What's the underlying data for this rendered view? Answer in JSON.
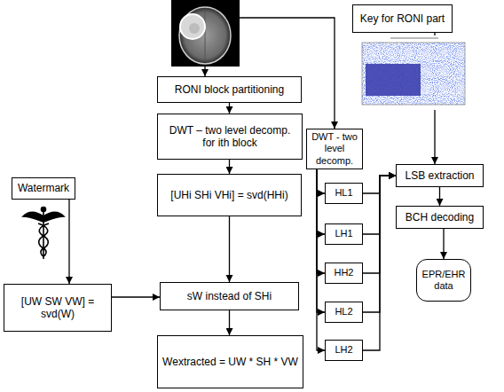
{
  "diagram": {
    "nodes": [
      {
        "text": [
          "Key for RONI part"
        ]
      },
      {
        "text": [
          "RONI block partitioning"
        ]
      },
      {
        "text": [
          "DWT - two level decomp."
        ]
      },
      {
        "text": [
          "DWT – two level decomp. for ith block"
        ]
      },
      {
        "text": [
          "[UHi SHi VHi] = svd(HHi)"
        ]
      },
      {
        "text": [
          "Watermark"
        ]
      },
      {
        "text": [
          "HL1"
        ]
      },
      {
        "text": [
          "LSB extraction"
        ]
      },
      {
        "text": [
          "BCH decoding"
        ]
      },
      {
        "text": [
          "LH1"
        ]
      },
      {
        "text": [
          "HH2"
        ]
      },
      {
        "text": [
          "EPR/EHR data"
        ]
      },
      {
        "text": [
          "[UW SW VW] = svd(W)"
        ]
      },
      {
        "text": [
          "sW instead of SHi"
        ]
      },
      {
        "text": [
          "HL2"
        ]
      },
      {
        "text": [
          "LH2"
        ]
      },
      {
        "text": [
          "Wextracted = UW * SH * VW"
        ]
      }
    ],
    "edges": [
      {
        "from": 0,
        "to": 7,
        "arrow": "to"
      },
      {
        "from": 1,
        "to": 3,
        "arrow": "to"
      },
      {
        "from": 2,
        "to": 6,
        "arrow": "to"
      },
      {
        "from": 2,
        "to": 9,
        "arrow": "to"
      },
      {
        "from": 2,
        "to": 10,
        "arrow": "to"
      },
      {
        "from": 2,
        "to": 14,
        "arrow": "to"
      },
      {
        "from": 2,
        "to": 15,
        "arrow": "to"
      },
      {
        "from": 3,
        "to": 4,
        "arrow": "to"
      },
      {
        "from": 4,
        "to": 13,
        "arrow": "to"
      },
      {
        "from": 5,
        "to": 12,
        "arrow": "to"
      },
      {
        "from": 6,
        "to": 7,
        "arrow": "to"
      },
      {
        "from": 9,
        "to": 7,
        "arrow": "to"
      },
      {
        "from": 10,
        "to": 7,
        "arrow": "to"
      },
      {
        "from": 14,
        "to": 7,
        "arrow": "to"
      },
      {
        "from": 15,
        "to": 7,
        "arrow": "to"
      },
      {
        "from": 7,
        "to": 8,
        "arrow": "to"
      },
      {
        "from": 8,
        "to": 11,
        "arrow": "to"
      },
      {
        "from": 12,
        "to": 13,
        "arrow": "to"
      },
      {
        "from": 13,
        "to": 16,
        "arrow": "to"
      }
    ]
  }
}
